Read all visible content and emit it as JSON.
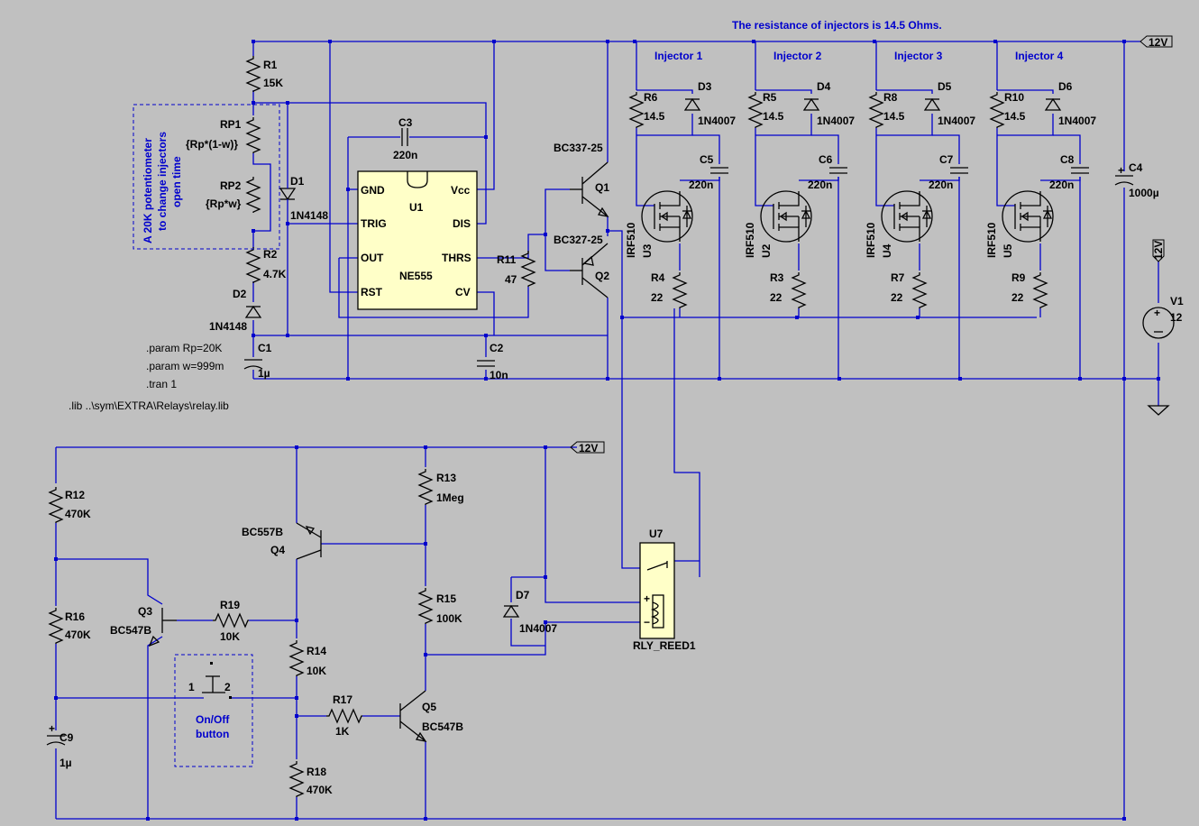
{
  "notes": {
    "injector_resistance": "The resistance of injectors is 14.5 Ohms.",
    "pot_line1": "A 20K potentiometer",
    "pot_line2": "to change injectors",
    "pot_line3": "open time",
    "onoff_line1": "On/Off",
    "onoff_line2": "button"
  },
  "directives": {
    "param_rp": ".param Rp=20K",
    "param_w": ".param w=999m",
    "tran": ".tran 1",
    "lib": ".lib ..\\sym\\EXTRA\\Relays\\relay.lib"
  },
  "nets": {
    "supply_top": "12V",
    "supply_bottom": "12V",
    "supply_v1": "12V"
  },
  "ic": {
    "ref": "U1",
    "model": "NE555",
    "pins": {
      "gnd": "GND",
      "trig": "TRIG",
      "out": "OUT",
      "rst": "RST",
      "vcc": "Vcc",
      "dis": "DIS",
      "thrs": "THRS",
      "cv": "CV"
    }
  },
  "injectors": [
    {
      "title": "Injector 1",
      "r_ref": "R6",
      "r_val": "14.5",
      "d_ref": "D3",
      "d_val": "1N4007",
      "c_ref": "C5",
      "c_val": "220n",
      "fet_ref": "U3",
      "fet_model": "IRF510",
      "rg_ref": "R4",
      "rg_val": "22"
    },
    {
      "title": "Injector 2",
      "r_ref": "R5",
      "r_val": "14.5",
      "d_ref": "D4",
      "d_val": "1N4007",
      "c_ref": "C6",
      "c_val": "220n",
      "fet_ref": "U2",
      "fet_model": "IRF510",
      "rg_ref": "R3",
      "rg_val": "22"
    },
    {
      "title": "Injector 3",
      "r_ref": "R8",
      "r_val": "14.5",
      "d_ref": "D5",
      "d_val": "1N4007",
      "c_ref": "C7",
      "c_val": "220n",
      "fet_ref": "U4",
      "fet_model": "IRF510",
      "rg_ref": "R7",
      "rg_val": "22"
    },
    {
      "title": "Injector 4",
      "r_ref": "R10",
      "r_val": "14.5",
      "d_ref": "D6",
      "d_val": "1N4007",
      "c_ref": "C8",
      "c_val": "220n",
      "fet_ref": "U5",
      "fet_model": "IRF510",
      "rg_ref": "R9",
      "rg_val": "22"
    }
  ],
  "components": {
    "r1": {
      "ref": "R1",
      "val": "15K"
    },
    "rp1": {
      "ref": "RP1",
      "val": "{Rp*(1-w)}"
    },
    "rp2": {
      "ref": "RP2",
      "val": "{Rp*w}"
    },
    "r2": {
      "ref": "R2",
      "val": "4.7K"
    },
    "d1": {
      "ref": "D1",
      "val": "1N4148"
    },
    "d2": {
      "ref": "D2",
      "val": "1N4148"
    },
    "c1": {
      "ref": "C1",
      "val": "1µ"
    },
    "c2": {
      "ref": "C2",
      "val": "10n"
    },
    "c3": {
      "ref": "C3",
      "val": "220n"
    },
    "c4": {
      "ref": "C4",
      "val": "1000µ"
    },
    "r11": {
      "ref": "R11",
      "val": "47"
    },
    "q1": {
      "ref": "Q1",
      "val": "BC337-25"
    },
    "q2": {
      "ref": "Q2",
      "val": "BC327-25"
    },
    "v1": {
      "ref": "V1",
      "val": "12"
    },
    "r12": {
      "ref": "R12",
      "val": "470K"
    },
    "r16": {
      "ref": "R16",
      "val": "470K"
    },
    "c9": {
      "ref": "C9",
      "val": "1µ"
    },
    "q3": {
      "ref": "Q3",
      "val": "BC547B"
    },
    "r19": {
      "ref": "R19",
      "val": "10K"
    },
    "q4": {
      "ref": "Q4",
      "val": "BC557B"
    },
    "r13": {
      "ref": "R13",
      "val": "1Meg"
    },
    "r15": {
      "ref": "R15",
      "val": "100K"
    },
    "r14": {
      "ref": "R14",
      "val": "10K"
    },
    "r17": {
      "ref": "R17",
      "val": "1K"
    },
    "r18": {
      "ref": "R18",
      "val": "470K"
    },
    "q5": {
      "ref": "Q5",
      "val": "BC547B"
    },
    "d7": {
      "ref": "D7",
      "val": "1N4007"
    },
    "u7": {
      "ref": "U7",
      "val": "RLY_REED1"
    },
    "sw": {
      "pin1": "1",
      "pin2": "2"
    }
  }
}
